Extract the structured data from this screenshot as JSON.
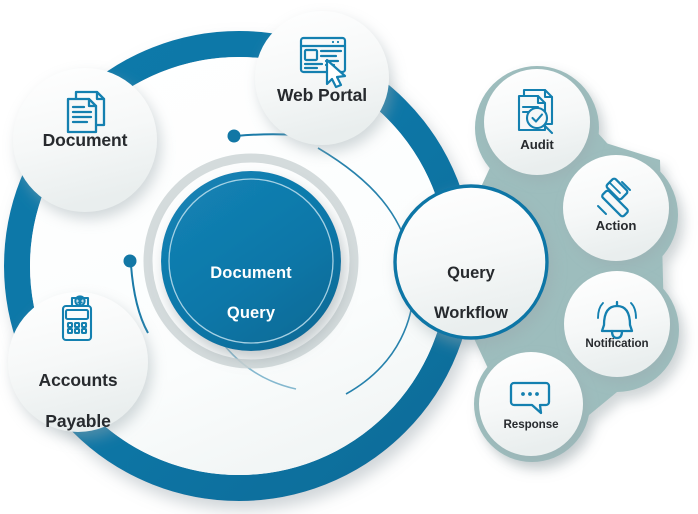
{
  "diagram": {
    "title": "Document Query",
    "colors": {
      "primary_blue": "#0f77a8",
      "ring_blue": "#0c76a6",
      "deep_blue": "#0b6d99",
      "icon_blue": "#1480b0",
      "teal_backing": "#9dbdbd",
      "bubble_white": "#f5f7f7",
      "label_dark": "#272a2e",
      "label_light": "#ffffff",
      "page_background": "#ffffff"
    },
    "core": {
      "name": "document-query",
      "label": "Document\nQuery",
      "line1": "Document",
      "line2": "Query"
    },
    "hub": {
      "name": "query-workflow",
      "label": "Query\nWorkflow",
      "line1": "Query",
      "line2": "Workflow"
    },
    "input_nodes": [
      {
        "id": "document",
        "label": "Document",
        "icon": "documents-icon"
      },
      {
        "id": "web-portal",
        "label": "Web Portal",
        "icon": "browser-window-cursor-icon"
      },
      {
        "id": "accounts-payable",
        "label": "Accounts\nPayable",
        "line1": "Accounts",
        "line2": "Payable",
        "icon": "cash-register-icon"
      }
    ],
    "output_nodes": [
      {
        "id": "audit",
        "label": "Audit",
        "icon": "document-magnifier-check-icon"
      },
      {
        "id": "action",
        "label": "Action",
        "icon": "gavel-icon"
      },
      {
        "id": "notification",
        "label": "Notification",
        "icon": "bell-icon"
      },
      {
        "id": "response",
        "label": "Response",
        "icon": "chat-bubble-dots-icon"
      }
    ],
    "connectors": [
      {
        "id": "connector-web-portal",
        "from": "document-query",
        "to": "web-portal"
      },
      {
        "id": "connector-accounts-payable",
        "from": "document-query",
        "to": "accounts-payable"
      }
    ]
  }
}
